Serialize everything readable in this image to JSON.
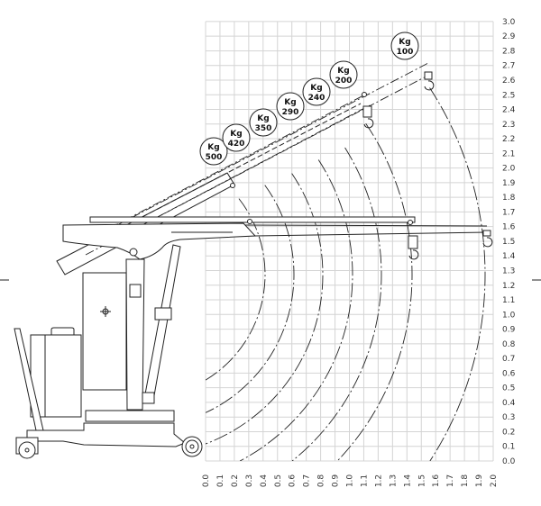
{
  "title": "Crane load chart",
  "x_axis": {
    "unit": "m",
    "ticks": [
      "0.0",
      "0.1",
      "0.2",
      "0.3",
      "0.4",
      "0.5",
      "0.6",
      "0.7",
      "0.8",
      "0.9",
      "1.0",
      "1.1",
      "1.2",
      "1.3",
      "1.4",
      "1.5",
      "1.6",
      "1.7",
      "1.8",
      "1.9",
      "2.0"
    ]
  },
  "y_axis": {
    "unit": "m",
    "ticks": [
      "0.0",
      "0.1",
      "0.2",
      "0.3",
      "0.4",
      "0.5",
      "0.6",
      "0.7",
      "0.8",
      "0.9",
      "1.0",
      "1.1",
      "1.2",
      "1.3",
      "1.4",
      "1.5",
      "1.6",
      "1.7",
      "1.8",
      "1.9",
      "2.0",
      "2.1",
      "2.2",
      "2.3",
      "2.4",
      "2.5",
      "2.6",
      "2.7",
      "2.8",
      "2.9",
      "3.0"
    ]
  },
  "loads": [
    {
      "unit": "Kg",
      "value": "500"
    },
    {
      "unit": "Kg",
      "value": "420"
    },
    {
      "unit": "Kg",
      "value": "350"
    },
    {
      "unit": "Kg",
      "value": "290"
    },
    {
      "unit": "Kg",
      "value": "240"
    },
    {
      "unit": "Kg",
      "value": "200"
    },
    {
      "unit": "Kg",
      "value": "100"
    }
  ]
}
